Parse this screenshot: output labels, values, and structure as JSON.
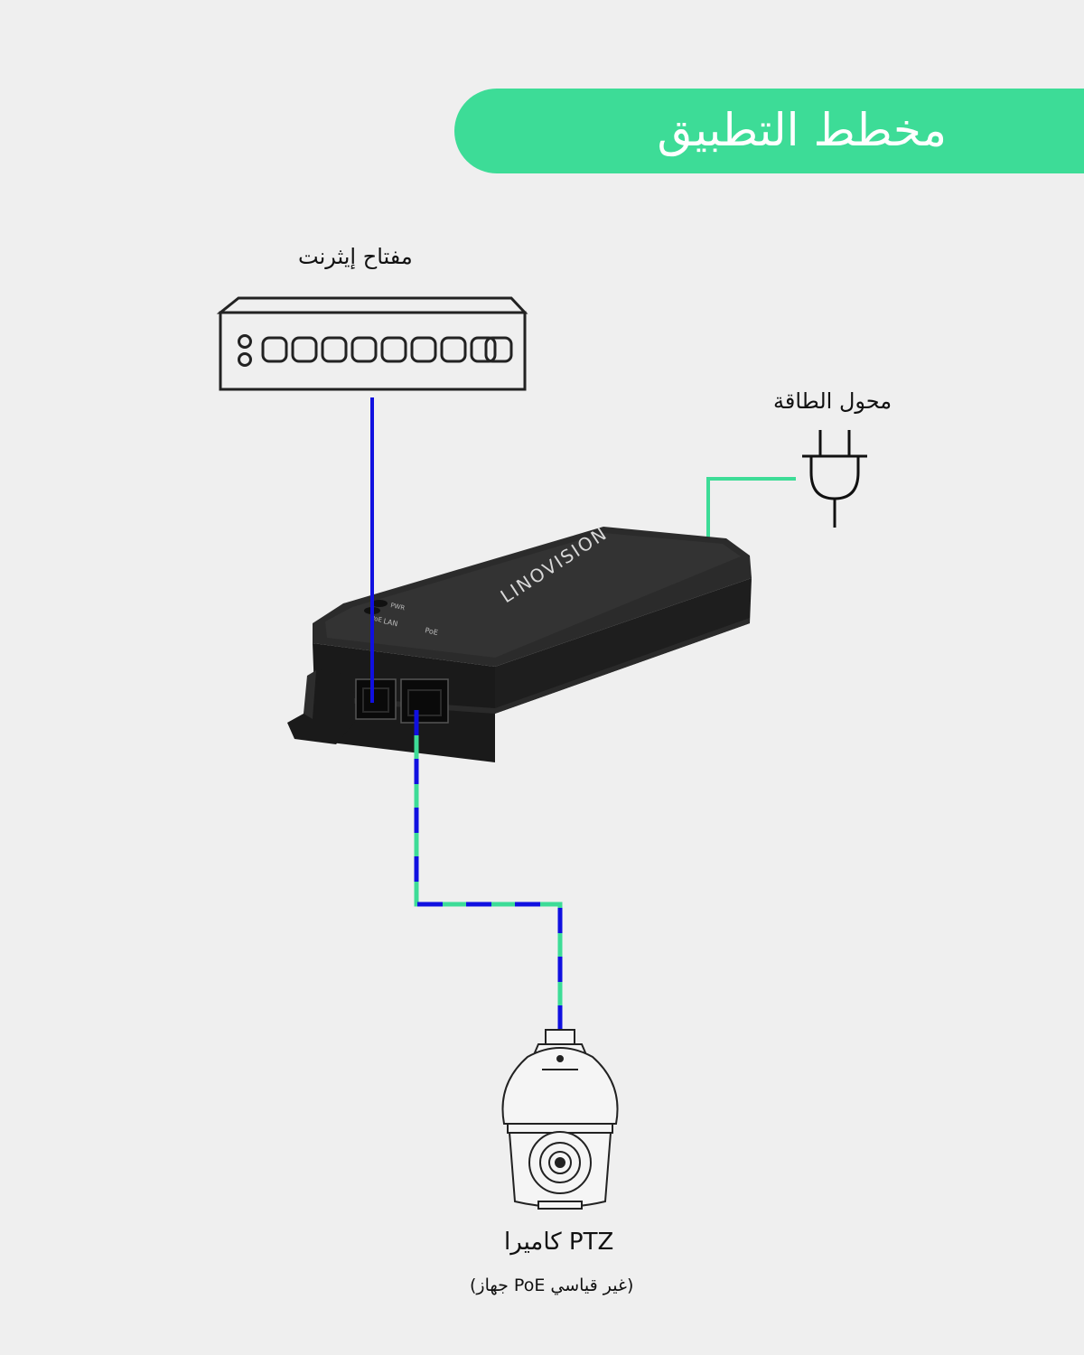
{
  "title": "مخطط التطبيق",
  "labels": {
    "switch": "مفتاح إيثرنت",
    "power_adapter": "محول الطاقة",
    "camera": "كاميرا PTZ",
    "camera_note": "(جهاز PoE غير قياسي)"
  },
  "device": {
    "brand": "LINOVISION",
    "port_lan": "LAN",
    "port_poe": "PoE",
    "led_power": "PWR",
    "led_poe": "PoE"
  },
  "colors": {
    "accent": "#3ddc97",
    "data_line": "#1010e0",
    "power_line": "#3ddc97"
  }
}
